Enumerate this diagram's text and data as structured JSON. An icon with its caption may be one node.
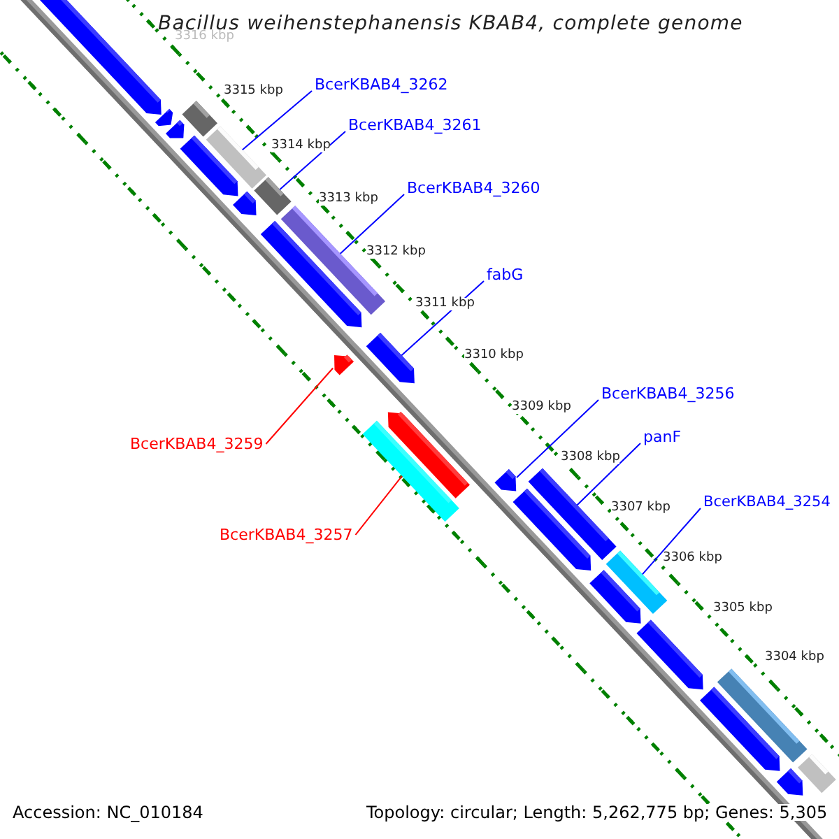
{
  "diagram": {
    "title": "Bacillus weihenstephanensis KBAB4, complete genome",
    "nodes": [
      {
        "text": [
          "BcerKBAB4_3262"
        ]
      },
      {
        "text": [],
        "shape": "bar"
      },
      {
        "text": [
          "BcerKBAB4_3261"
        ]
      },
      {
        "text": [],
        "shape": "bar"
      },
      {
        "text": [
          "BcerKBAB4_3260"
        ]
      },
      {
        "text": [],
        "shape": "bar"
      },
      {
        "text": [
          "fabG"
        ]
      },
      {
        "text": [],
        "shape": "arrow"
      },
      {
        "text": [
          "BcerKBAB4_3259"
        ]
      },
      {
        "text": [],
        "shape": "arrow"
      },
      {
        "text": [
          "BcerKBAB4_3257"
        ]
      },
      {
        "text": [],
        "shape": "bar"
      },
      {
        "text": [
          "BcerKBAB4_3256"
        ]
      },
      {
        "text": [],
        "shape": "arrow"
      },
      {
        "text": [
          "panF"
        ]
      },
      {
        "text": [],
        "shape": "bar"
      },
      {
        "text": [
          "BcerKBAB4_3254"
        ]
      },
      {
        "text": [],
        "shape": "bar"
      },
      {
        "text": [],
        "shape": "arrow"
      },
      {
        "text": [],
        "shape": "arrow"
      },
      {
        "text": [],
        "shape": "arrow"
      },
      {
        "text": [],
        "shape": "arrow"
      },
      {
        "text": [],
        "shape": "arrow"
      },
      {
        "text": [],
        "shape": "arrow"
      },
      {
        "text": [],
        "shape": "bar"
      },
      {
        "text": [],
        "shape": "arrow"
      },
      {
        "text": [],
        "shape": "arrow"
      },
      {
        "text": [],
        "shape": "arrow"
      },
      {
        "text": [],
        "shape": "arrow"
      },
      {
        "text": [],
        "shape": "arrow"
      },
      {
        "text": [],
        "shape": "arrow"
      },
      {
        "text": [],
        "shape": "bar"
      },
      {
        "text": [],
        "shape": "bar"
      }
    ],
    "edges": [
      {
        "from": 0,
        "to": 1,
        "arrow": "none"
      },
      {
        "from": 2,
        "to": 3,
        "arrow": "none"
      },
      {
        "from": 4,
        "to": 5,
        "arrow": "none"
      },
      {
        "from": 6,
        "to": 7,
        "arrow": "none"
      },
      {
        "from": 8,
        "to": 9,
        "arrow": "none",
        "color": "#ff0000"
      },
      {
        "from": 10,
        "to": 11,
        "arrow": "none",
        "color": "#ff0000"
      },
      {
        "from": 12,
        "to": 13,
        "arrow": "none"
      },
      {
        "from": 14,
        "to": 15,
        "arrow": "none"
      },
      {
        "from": 16,
        "to": 17,
        "arrow": "none"
      }
    ],
    "labels": [
      "3316 kbp",
      "3315 kbp",
      "3314 kbp",
      "3313 kbp",
      "3312 kbp",
      "3311 kbp",
      "3310 kbp",
      "3309 kbp",
      "3308 kbp",
      "3307 kbp",
      "3306 kbp",
      "3305 kbp",
      "3304 kbp",
      "Accession: NC_010184",
      "Topology: circular; Length: 5,262,775 bp; Genes: 5,305"
    ]
  }
}
